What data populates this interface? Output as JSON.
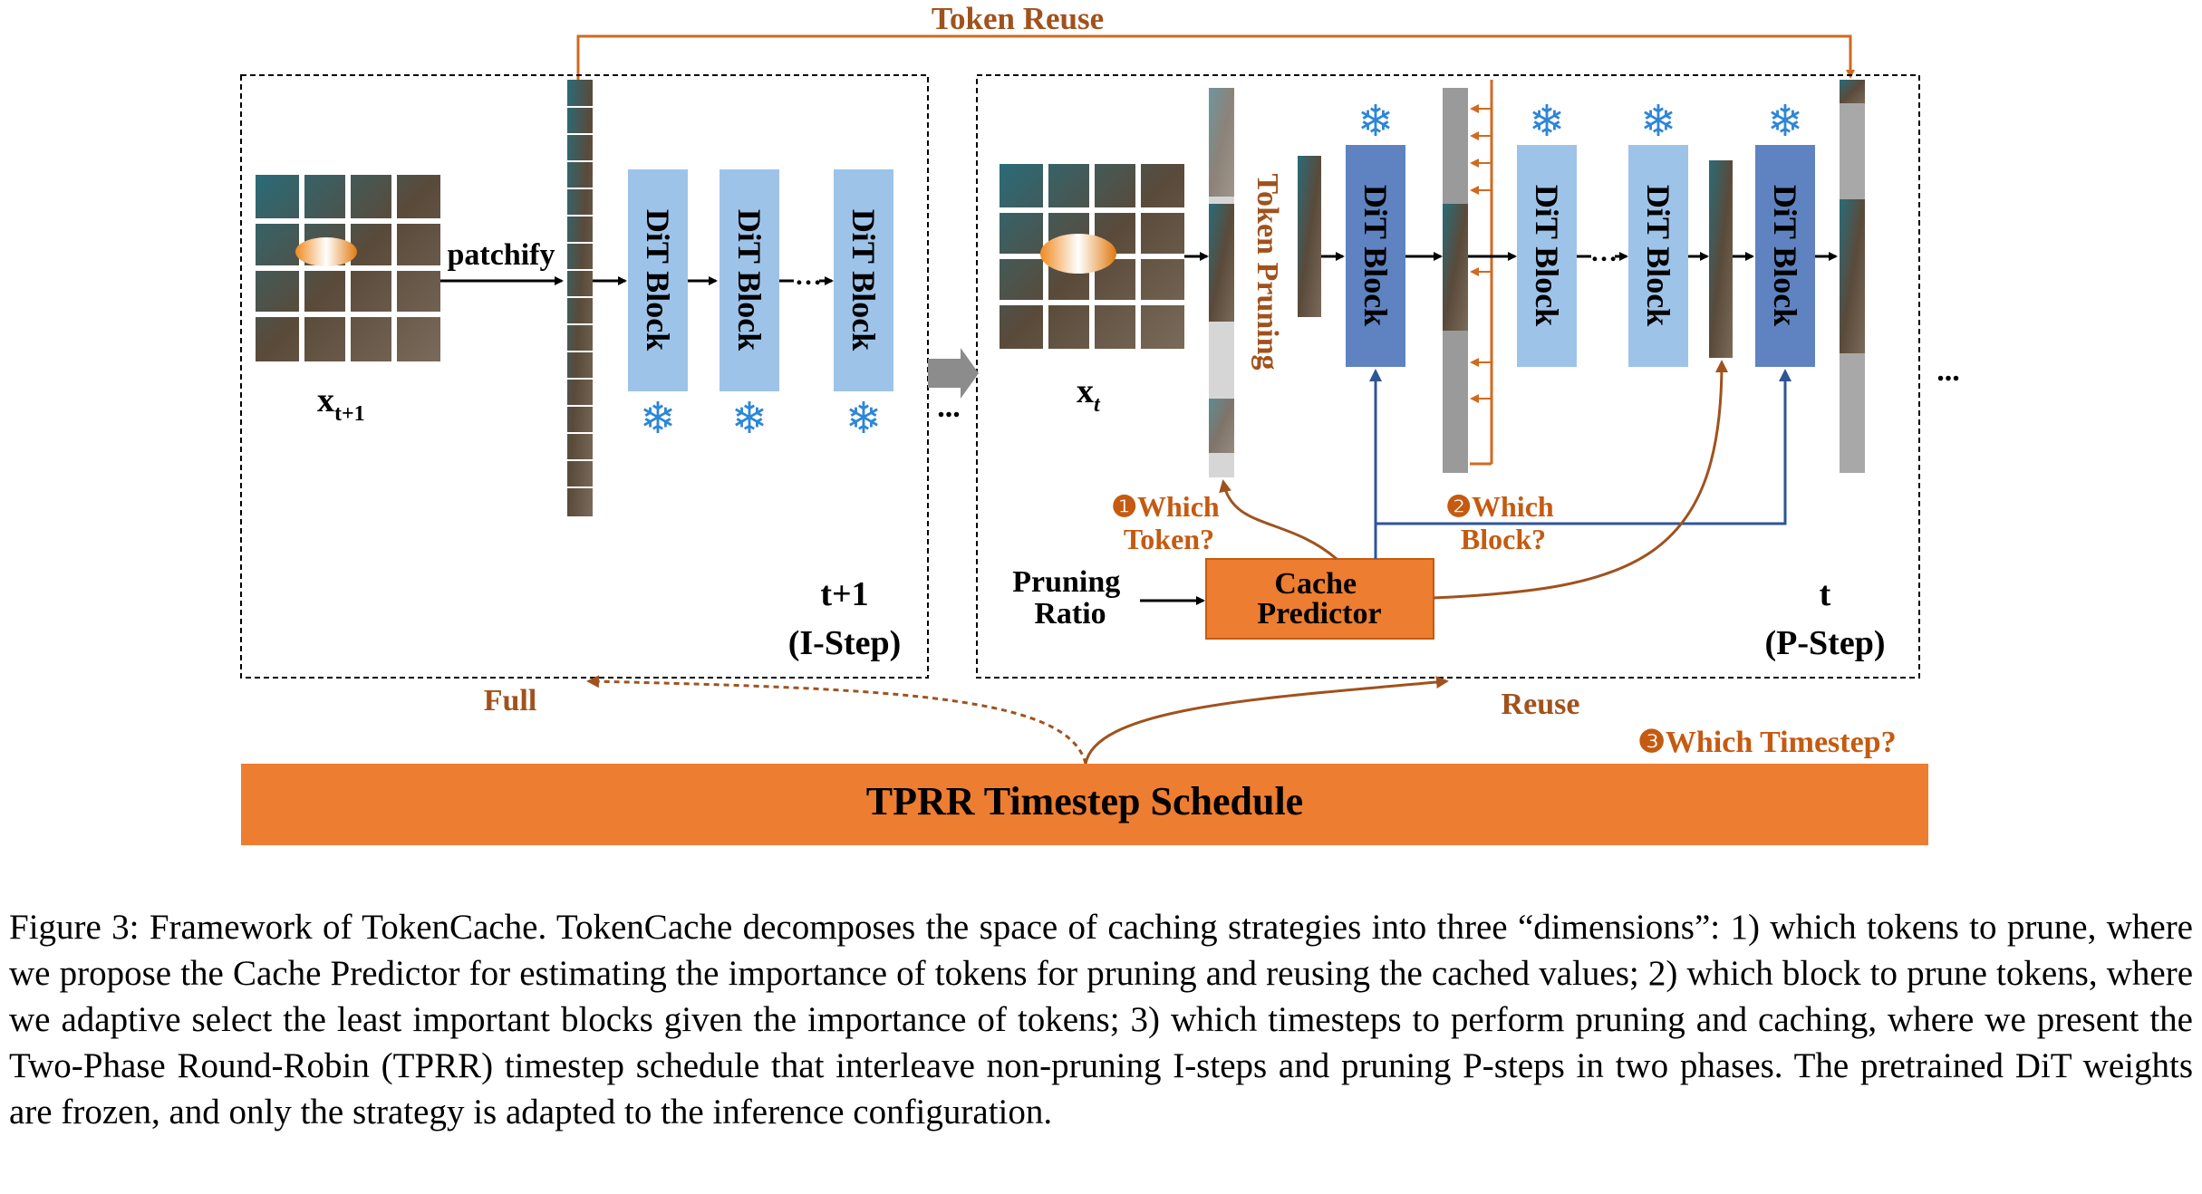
{
  "diagram": {
    "token_reuse": "Token Reuse",
    "i_step": {
      "label_x": "x",
      "label_sub": "t+1",
      "patchify": "patchify",
      "step_num": "t+1",
      "step_name": "(I-Step)",
      "blocks": [
        "DiT Block",
        "DiT Block",
        "DiT Block"
      ]
    },
    "ellipsis": "...",
    "p_step": {
      "label_x": "x",
      "label_sub": "t",
      "token_pruning": "Token Pruning",
      "blocks": [
        "DiT Block",
        "DiT Block",
        "DiT Block",
        "DiT Block"
      ],
      "which_token": [
        "❶Which",
        "Token?"
      ],
      "which_block": [
        "❷Which",
        "Block?"
      ],
      "pruning_ratio": [
        "Pruning",
        "Ratio"
      ],
      "cache_predictor": [
        "Cache",
        "Predictor"
      ],
      "step_num": "t",
      "step_name": "(P-Step)"
    },
    "full": "Full",
    "reuse": "Reuse",
    "which_timestep": "❸Which Timestep?",
    "schedule": "TPRR Timestep Schedule",
    "colors": {
      "block": "#9ec3e8",
      "block_dark": "#5f83c0",
      "orange": "#ed7d31",
      "brown": "#a0521d",
      "blue_line": "#2f5597",
      "snow": "#2e86d6"
    }
  },
  "caption": "Figure 3: Framework of TokenCache. TokenCache decomposes the space of caching strategies into three “dimensions”: 1) which tokens to prune, where we propose the Cache Predictor for estimating the importance of tokens for pruning and reusing the cached values; 2) which block to prune tokens, where we adaptive select the least important blocks given the importance of tokens; 3) which timesteps to perform pruning and caching, where we present the Two-Phase Round-Robin (TPRR) timestep schedule that interleave non-pruning I-steps and pruning P-steps in two phases. The pretrained DiT weights are frozen, and only the strategy is adapted to the inference configuration."
}
